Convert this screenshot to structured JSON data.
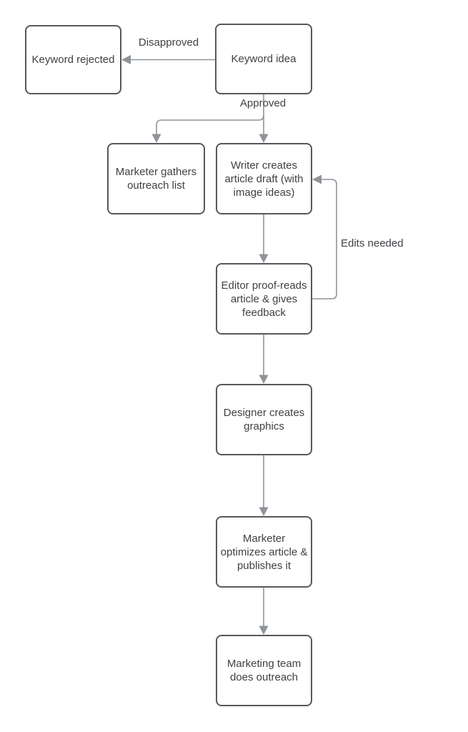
{
  "diagram": {
    "type": "flowchart",
    "nodes": [
      {
        "id": "keyword-rejected",
        "label": "Keyword rejected"
      },
      {
        "id": "keyword-idea",
        "label": "Keyword idea"
      },
      {
        "id": "marketer-gathers",
        "label": "Marketer gathers outreach list"
      },
      {
        "id": "writer-draft",
        "label": "Writer creates article draft (with image ideas)"
      },
      {
        "id": "editor-proofreads",
        "label": "Editor proof-reads article & gives feedback"
      },
      {
        "id": "designer-graphics",
        "label": "Designer creates graphics"
      },
      {
        "id": "marketer-optimizes",
        "label": "Marketer optimizes article & publishes it"
      },
      {
        "id": "marketing-outreach",
        "label": "Marketing team does outreach"
      }
    ],
    "edge_labels": {
      "disapproved": "Disapproved",
      "approved": "Approved",
      "edits_needed": "Edits needed"
    },
    "edges": [
      {
        "from": "keyword-idea",
        "to": "keyword-rejected",
        "label": "Disapproved"
      },
      {
        "from": "keyword-idea",
        "to": "writer-draft",
        "label": "Approved"
      },
      {
        "from": "keyword-idea",
        "to": "marketer-gathers",
        "label": "Approved"
      },
      {
        "from": "writer-draft",
        "to": "editor-proofreads",
        "label": ""
      },
      {
        "from": "editor-proofreads",
        "to": "writer-draft",
        "label": "Edits needed"
      },
      {
        "from": "editor-proofreads",
        "to": "designer-graphics",
        "label": ""
      },
      {
        "from": "designer-graphics",
        "to": "marketer-optimizes",
        "label": ""
      },
      {
        "from": "marketer-optimizes",
        "to": "marketing-outreach",
        "label": ""
      }
    ],
    "colors": {
      "node_border": "#56585c",
      "node_fill": "#ffffff",
      "connector": "#8f9499",
      "text": "#3f4145",
      "background": "#ffffff"
    }
  }
}
